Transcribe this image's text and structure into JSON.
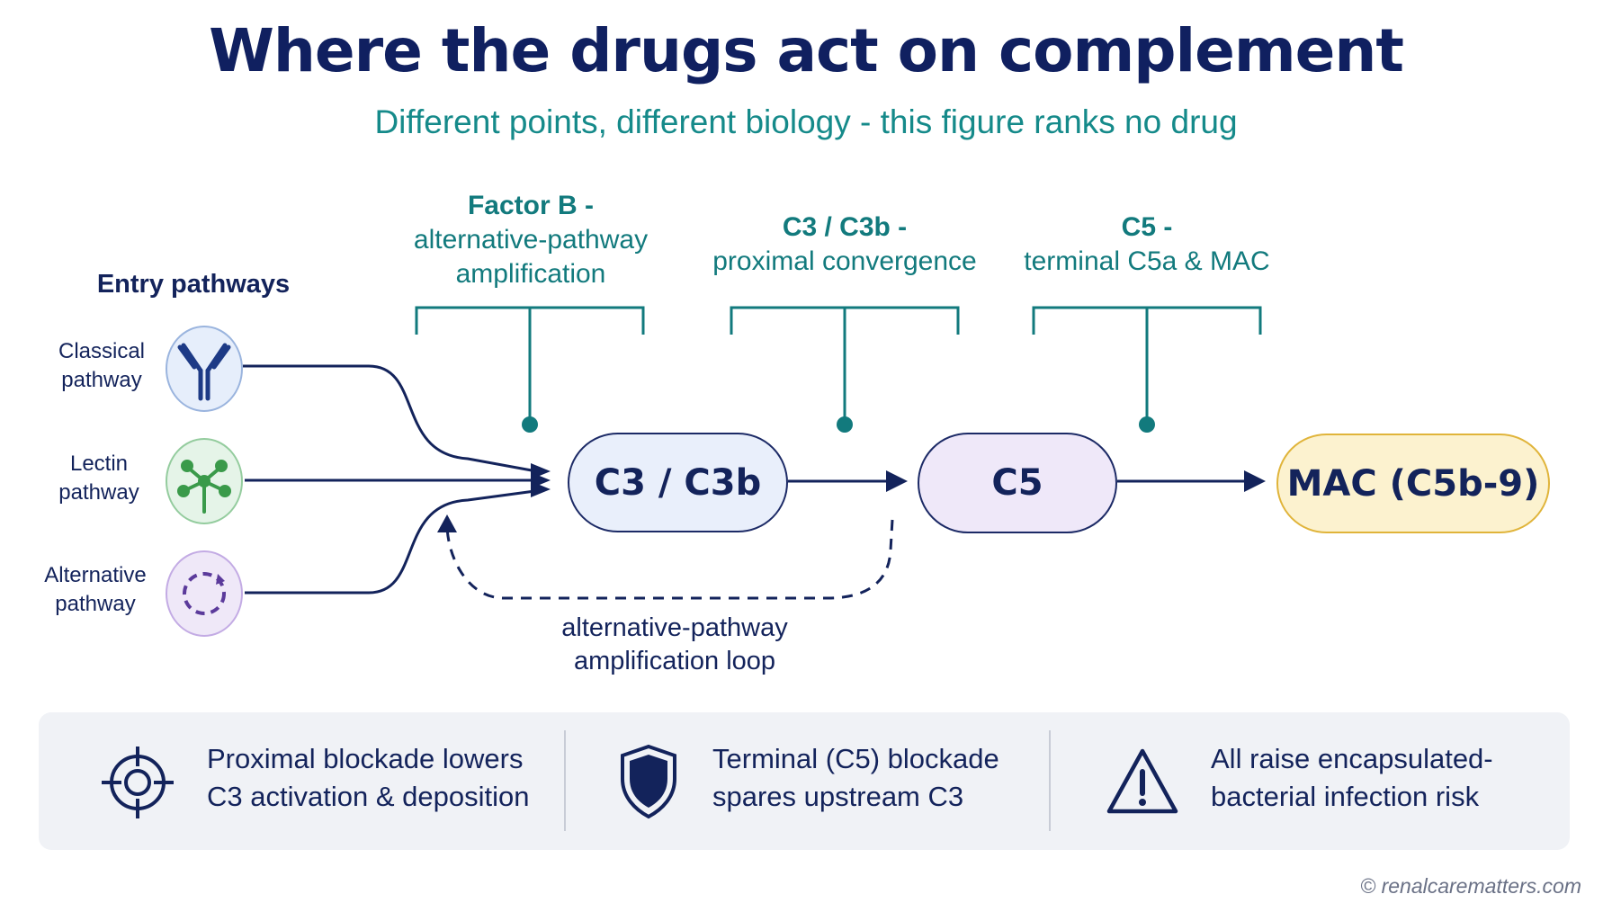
{
  "title": "Where the drugs act on complement",
  "subtitle": "Different points, different biology - this figure ranks no drug",
  "entry": {
    "title": "Entry pathways",
    "pathways": [
      {
        "line1": "Classical",
        "line2": "pathway",
        "icon": "antibody-icon",
        "color": "#2f5fb0"
      },
      {
        "line1": "Lectin",
        "line2": "pathway",
        "icon": "molecule-icon",
        "color": "#3a9a4a"
      },
      {
        "line1": "Alternative",
        "line2": "pathway",
        "icon": "cycle-arrows-icon",
        "color": "#5b3a9b"
      }
    ]
  },
  "targets": [
    {
      "head": "Factor B -",
      "line2": "alternative-pathway",
      "line3": "amplification"
    },
    {
      "head": "C3 / C3b -",
      "line2": "proximal convergence"
    },
    {
      "head": "C5 -",
      "line2": "terminal C5a & MAC"
    }
  ],
  "nodes": {
    "c3": "C3 / C3b",
    "c5": "C5",
    "mac": "MAC (C5b-9)"
  },
  "loop": {
    "line1": "alternative-pathway",
    "line2": "amplification loop"
  },
  "notes": [
    {
      "line1": "Proximal blockade lowers",
      "line2": "C3 activation & deposition",
      "icon": "crosshair-icon"
    },
    {
      "line1": "Terminal (C5) blockade",
      "line2": "spares upstream C3",
      "icon": "shield-icon"
    },
    {
      "line1": "All raise encapsulated-",
      "line2": "bacterial infection risk",
      "icon": "warning-icon"
    }
  ],
  "footer": "© renalcarematters.com",
  "colors": {
    "navy": "#13235b",
    "teal": "#127a7d",
    "gold": "#e0b43a"
  }
}
